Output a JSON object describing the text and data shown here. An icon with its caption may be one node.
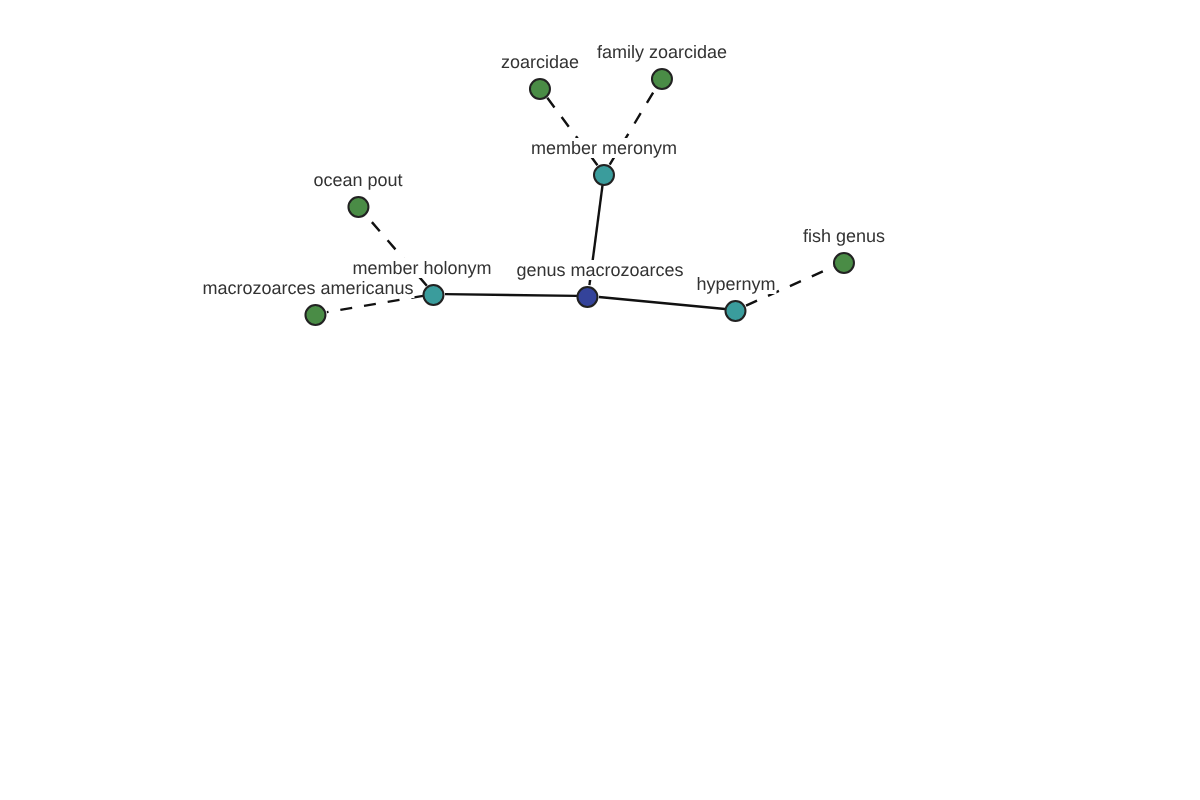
{
  "diagram": {
    "nodes": [
      {
        "text": [
          "genus macrozoarces"
        ]
      },
      {
        "text": [
          "member meronym"
        ]
      },
      {
        "text": [
          "zoarcidae"
        ]
      },
      {
        "text": [
          "family zoarcidae"
        ]
      },
      {
        "text": [
          "member holonym"
        ]
      },
      {
        "text": [
          "ocean pout"
        ]
      },
      {
        "text": [
          "macrozoarces americanus"
        ]
      },
      {
        "text": [
          "hypernym"
        ]
      },
      {
        "text": [
          "fish genus"
        ]
      }
    ],
    "edges": [
      {
        "from": 0,
        "to": 1,
        "arrow": "none"
      },
      {
        "from": 0,
        "to": 4,
        "arrow": "none"
      },
      {
        "from": 0,
        "to": 7,
        "arrow": "none"
      },
      {
        "from": 1,
        "to": 2,
        "arrow": "none",
        "style": "dashed"
      },
      {
        "from": 1,
        "to": 3,
        "arrow": "none",
        "style": "dashed"
      },
      {
        "from": 4,
        "to": 5,
        "arrow": "none",
        "style": "dashed"
      },
      {
        "from": 4,
        "to": 6,
        "arrow": "none",
        "style": "dashed"
      },
      {
        "from": 7,
        "to": 8,
        "arrow": "none",
        "style": "dashed"
      }
    ]
  }
}
